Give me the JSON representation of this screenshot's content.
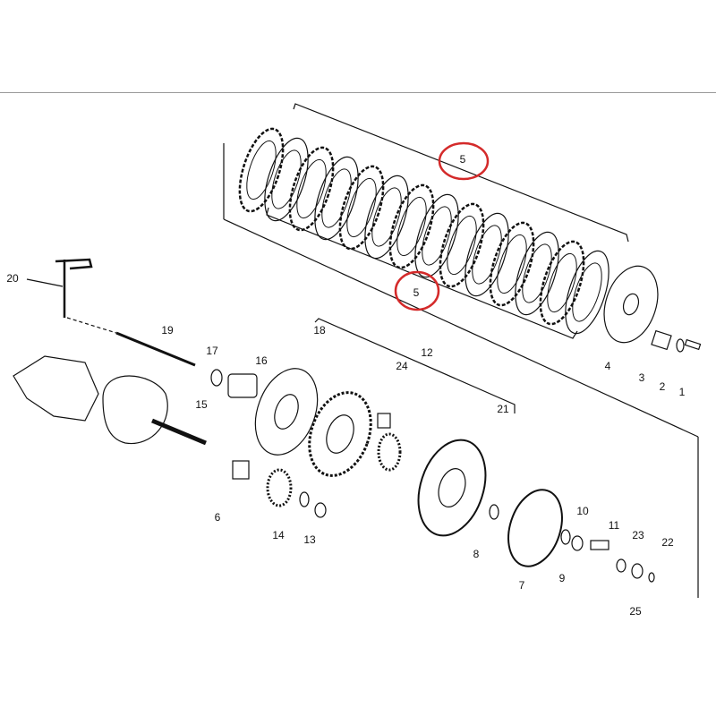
{
  "colors": {
    "highlight": "#d42a2a",
    "line": "#111111",
    "divider": "#9a9a9a"
  },
  "highlighted_part": "5",
  "callouts": [
    {
      "id": "c1",
      "text": "1"
    },
    {
      "id": "c2",
      "text": "2"
    },
    {
      "id": "c3",
      "text": "3"
    },
    {
      "id": "c4",
      "text": "4"
    },
    {
      "id": "c5a",
      "text": "5"
    },
    {
      "id": "c5b",
      "text": "5"
    },
    {
      "id": "c6",
      "text": "6"
    },
    {
      "id": "c7",
      "text": "7"
    },
    {
      "id": "c8",
      "text": "8"
    },
    {
      "id": "c9",
      "text": "9"
    },
    {
      "id": "c10",
      "text": "10"
    },
    {
      "id": "c11",
      "text": "11"
    },
    {
      "id": "c12",
      "text": "12"
    },
    {
      "id": "c13",
      "text": "13"
    },
    {
      "id": "c14",
      "text": "14"
    },
    {
      "id": "c15",
      "text": "15"
    },
    {
      "id": "c16",
      "text": "16"
    },
    {
      "id": "c17",
      "text": "17"
    },
    {
      "id": "c18",
      "text": "18"
    },
    {
      "id": "c19",
      "text": "19"
    },
    {
      "id": "c20",
      "text": "20"
    },
    {
      "id": "c21",
      "text": "21"
    },
    {
      "id": "c22",
      "text": "22"
    },
    {
      "id": "c23",
      "text": "23"
    },
    {
      "id": "c24",
      "text": "24"
    },
    {
      "id": "c25",
      "text": "25"
    }
  ]
}
